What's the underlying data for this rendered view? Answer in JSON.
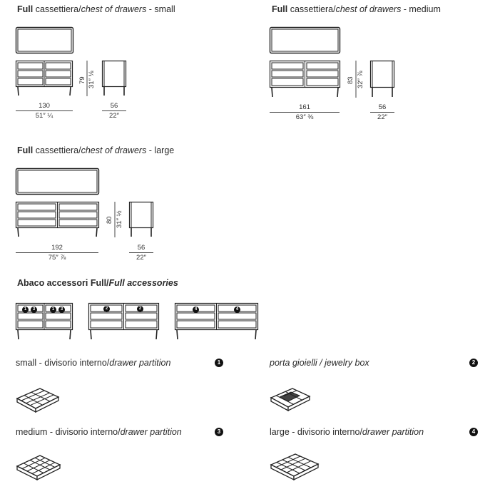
{
  "products": [
    {
      "id": "small",
      "title_bold": "Full",
      "title_plain": " cassettiera/",
      "title_italic": "chest of drawers",
      "title_suffix": " - small",
      "width_cm": "130",
      "width_in": "51″ ¼",
      "height_cm": "79",
      "height_in": "31″ ⅛",
      "depth_cm": "56",
      "depth_in": "22″"
    },
    {
      "id": "medium",
      "title_bold": "Full",
      "title_plain": " cassettiera/",
      "title_italic": "chest of drawers",
      "title_suffix": " - medium",
      "width_cm": "161",
      "width_in": "63″ ⅜",
      "height_cm": "83",
      "height_in": "32″ ⅞",
      "depth_cm": "56",
      "depth_in": "22″"
    },
    {
      "id": "large",
      "title_bold": "Full",
      "title_plain": " cassettiera/",
      "title_italic": "chest of drawers",
      "title_suffix": " - large",
      "width_cm": "192",
      "width_in": "75″ ⅞",
      "height_cm": "80",
      "height_in": "31″ ½",
      "depth_cm": "56",
      "depth_in": "22″"
    }
  ],
  "accessories": {
    "heading_plain": "Abaco accessori Full/",
    "heading_italic": "Full accessories",
    "items": [
      {
        "number": "1",
        "plain": "small - divisorio interno/",
        "italic": "drawer partition"
      },
      {
        "number": "2",
        "plain": "",
        "italic": "porta gioielli / jewelry box"
      },
      {
        "number": "3",
        "plain": "medium - divisorio interno/",
        "italic": "drawer partition"
      },
      {
        "number": "4",
        "plain": "large - divisorio interno/",
        "italic": "drawer partition"
      }
    ],
    "markers": {
      "small": [
        "1",
        "3",
        "1",
        "3"
      ],
      "medium": [
        "2",
        "2"
      ],
      "large": [
        "4",
        "4"
      ]
    }
  }
}
